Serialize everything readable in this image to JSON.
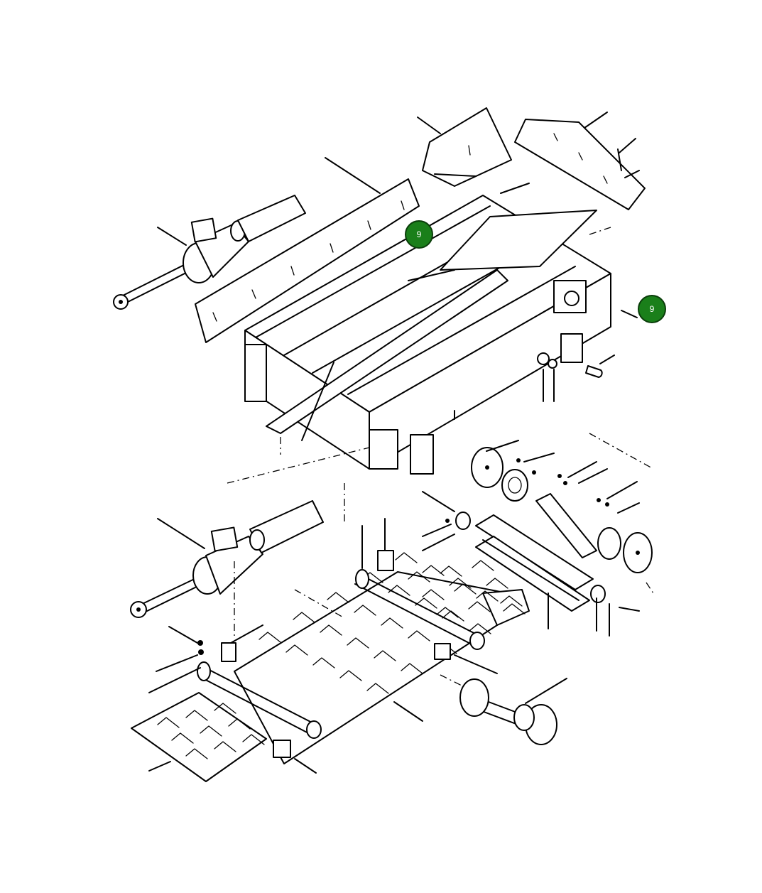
{
  "diagram": {
    "callouts": [
      {
        "id": "callout-1",
        "label": "9",
        "color": "#1a7f1a"
      },
      {
        "id": "callout-2",
        "label": "9",
        "color": "#1a7f1a"
      }
    ]
  }
}
